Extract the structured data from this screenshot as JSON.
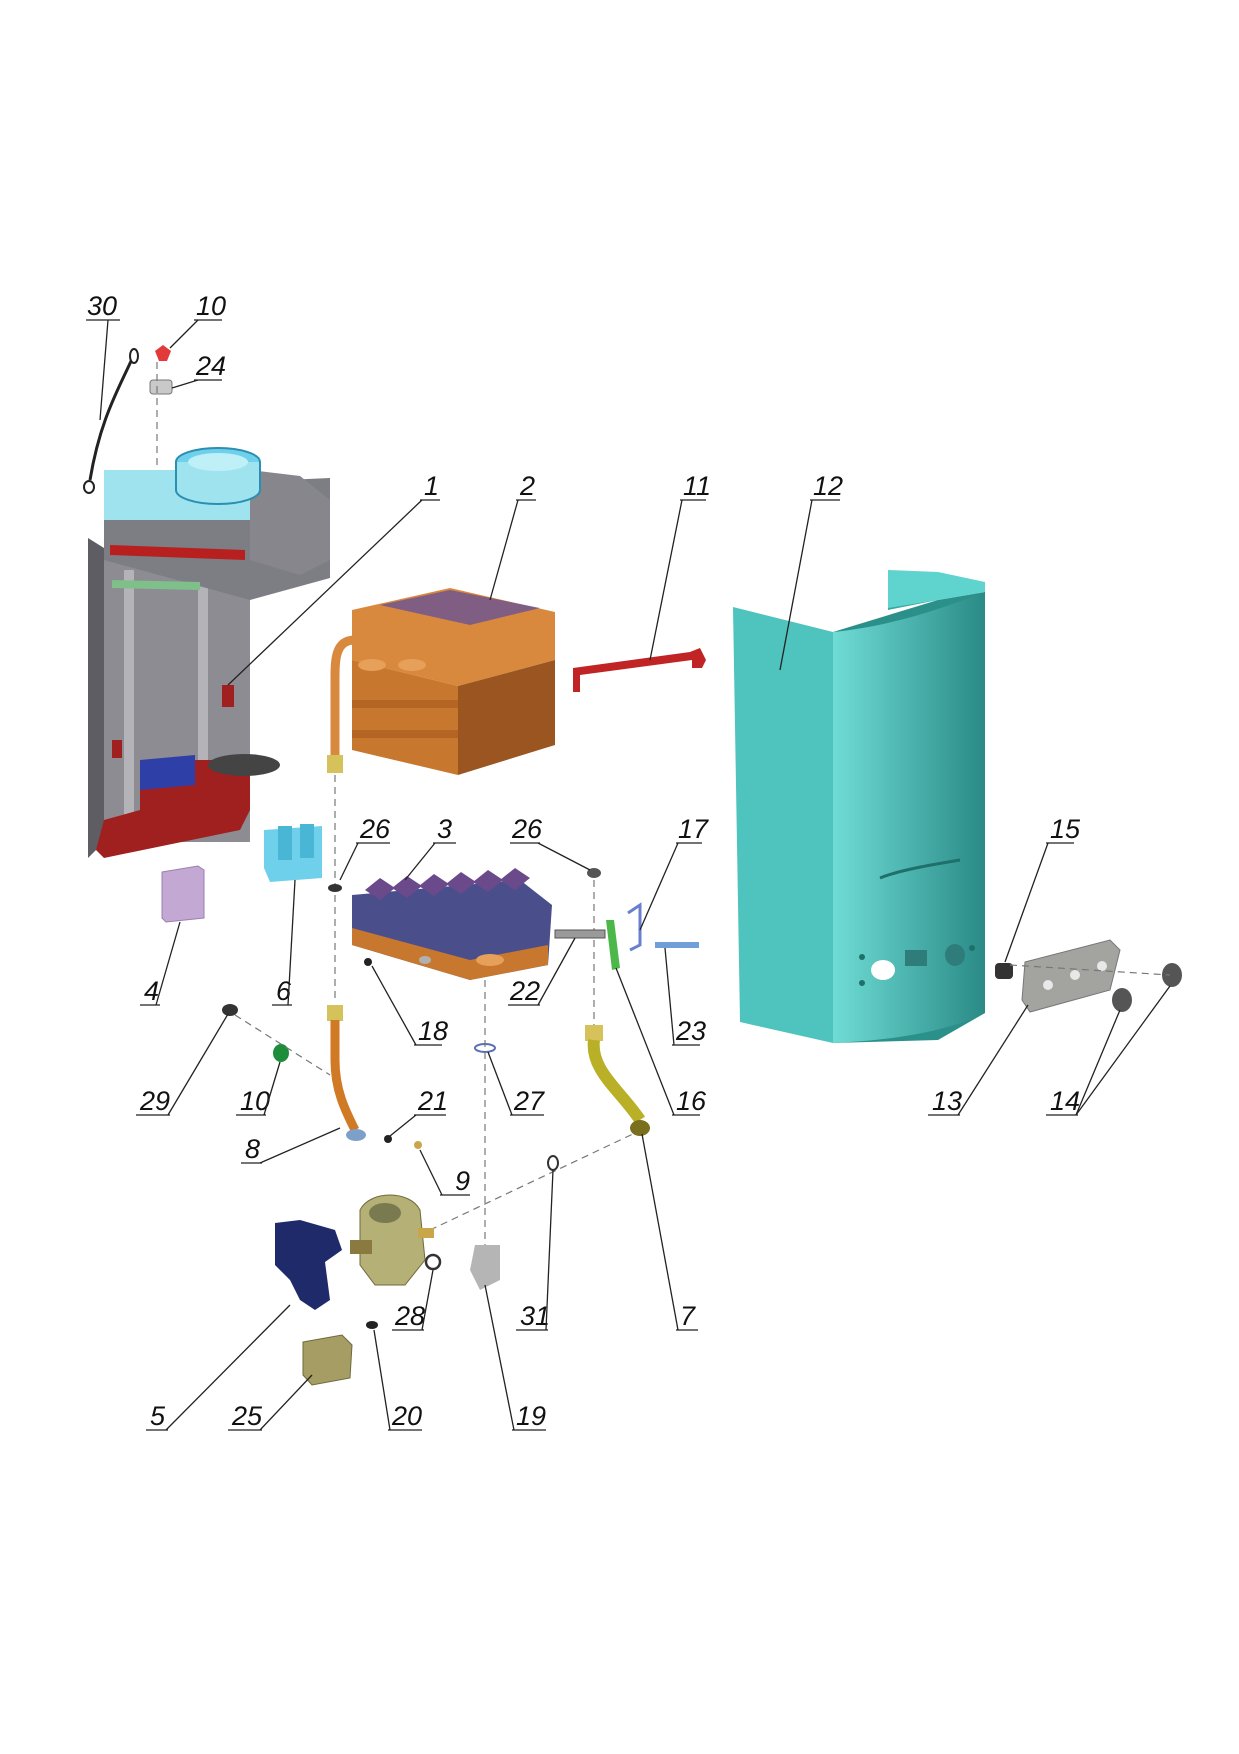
{
  "labels": {
    "l30": "30",
    "l10a": "10",
    "l24": "24",
    "l1": "1",
    "l2": "2",
    "l11": "11",
    "l12": "12",
    "l26a": "26",
    "l3": "3",
    "l26b": "26",
    "l17": "17",
    "l15": "15",
    "l4": "4",
    "l6": "6",
    "l22": "22",
    "l18": "18",
    "l23": "23",
    "l16": "16",
    "l13": "13",
    "l14": "14",
    "l29": "29",
    "l10b": "10",
    "l21": "21",
    "l27": "27",
    "l8": "8",
    "l9": "9",
    "l28": "28",
    "l31": "31",
    "l7": "7",
    "l5": "5",
    "l25": "25",
    "l20": "20",
    "l19": "19"
  },
  "colors": {
    "frame": "#8c8c92",
    "frame_dark": "#5d5d63",
    "hood_cyan": "#9fe3ef",
    "heat_exchanger": "#c8772f",
    "heat_exchanger_dark": "#9a5520",
    "burner_fins": "#6b4a8c",
    "red_part": "#b82020",
    "cover_teal": "#4fc3bd",
    "cover_teal_dark": "#2b8f8a",
    "light_blue": "#6fd0ec",
    "lilac": "#c4a8d4",
    "navy": "#1f2a6b",
    "brass": "#b9a867",
    "copper_pipe": "#d07a26",
    "olive": "#b9b028",
    "grey_plate": "#a3a3a0"
  }
}
